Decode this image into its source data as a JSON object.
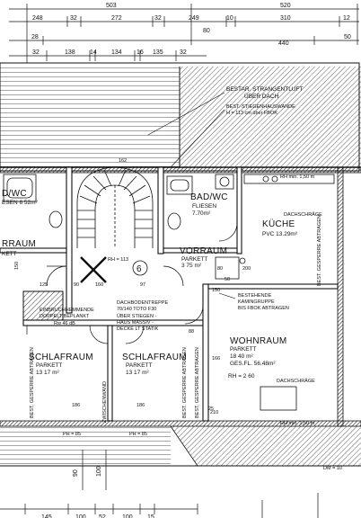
{
  "dimensions_top": {
    "row1": [
      "503",
      "520"
    ],
    "row2": [
      "248",
      "32",
      "272",
      "32",
      "249",
      "10",
      "310",
      "12"
    ],
    "row3": [
      "28",
      "80",
      "440",
      "50"
    ],
    "row4": [
      "32",
      "138",
      "14",
      "134",
      "16",
      "135",
      "32"
    ]
  },
  "annotations": {
    "vent_1": "BESTAR. STRANGENTLUFT",
    "vent_2": "ÜBER DACH",
    "wall_1": "BEST.-STIEGENHAUSWANDE",
    "wall_2": "H = 113 cm über FBOK",
    "chimney_1": "BESTEHENDE",
    "chimney_2": "KAMINGRUPPE",
    "chimney_3": "BIS  FBOK ABTRAGEN",
    "attic_1": "DACHBODENTREPPE",
    "attic_2": "70/140  TOTO F30",
    "attic_3": "ÜBER STIEGEN -",
    "attic_4": "HAUS MASSIV -",
    "attic_5": "DECKE LT STATIK",
    "door_1": "EINBRUCHHEMMENDE",
    "door_2": "DOPPELT BEPLANKT",
    "door_3": "Rw 46 dB",
    "roof_slope_1": "DACHSCHRÄGE",
    "roof_slope_2": "DACHSCHRÄGE",
    "stairs_num": "6",
    "stair_cut": "162",
    "stair_height": "RH = 113"
  },
  "rooms": {
    "bad_left_title": "D/WC",
    "bad_left_sub": "ESEN 6 52m²",
    "bad_right_title": "BAD/WC",
    "bad_right_sub": "FLIESEN",
    "bad_right_area": "7.70m²",
    "kueche_title": "KÜCHE",
    "kueche_sub": "PVC  13.29m²",
    "vorraum_left": "RRAUM",
    "vorraum_left_sub": "KETT",
    "vorraum_title": "VORRAUM",
    "vorraum_sub": "PARKETT",
    "vorraum_area": "3 75 m²",
    "wohnraum_title": "WOHNRAUM",
    "wohnraum_sub": "PARKETT",
    "wohnraum_area": "18 40 m²",
    "wohnraum_ges": "GES.FL. 56.48m²",
    "wohnraum_rh": "RH = 2 60",
    "schlaf1_title": "SCHLAFRAUM",
    "schlaf1_sub": "PARKETT",
    "schlaf1_area": "13 17 m²",
    "schlaf2_title": "SCHLAFRAUM",
    "schlaf2_sub": "PARKETT",
    "schlaf2_area": "13 17 m²",
    "zwischenwand": "ZWISCHENWAND",
    "best_1": "BEST. GESPERRE ABTRAGEN",
    "best_2": "BEST. GESPERRE ABTRAGEN",
    "best_3": "BEST. GESPERRE ABTRAGEN",
    "best_4": "BEST. GESPERRE ABTRAGEN"
  },
  "heights": {
    "rh_top": "RH min. 1,50 m",
    "rh_bottom": "RH min. 1,50 m",
    "ph_left": "PH = 85",
    "ph_right": "PH = 85",
    "dm": "DM = 10"
  },
  "dimensions_inner": {
    "d_80": "80",
    "d_200": "200",
    "d_50": "50",
    "d_150": "150",
    "d_125": "125",
    "d_90": "90",
    "d_160": "160",
    "d_97": "97",
    "d_186": "186",
    "d_186b": "186",
    "d_210": "210",
    "d_166": "166",
    "d_88": "88",
    "d_25": "25",
    "d_150b": "150"
  },
  "dimensions_bottom": [
    "145",
    "100",
    "52",
    "100",
    "15"
  ],
  "dimensions_vertical": [
    "90",
    "100"
  ]
}
